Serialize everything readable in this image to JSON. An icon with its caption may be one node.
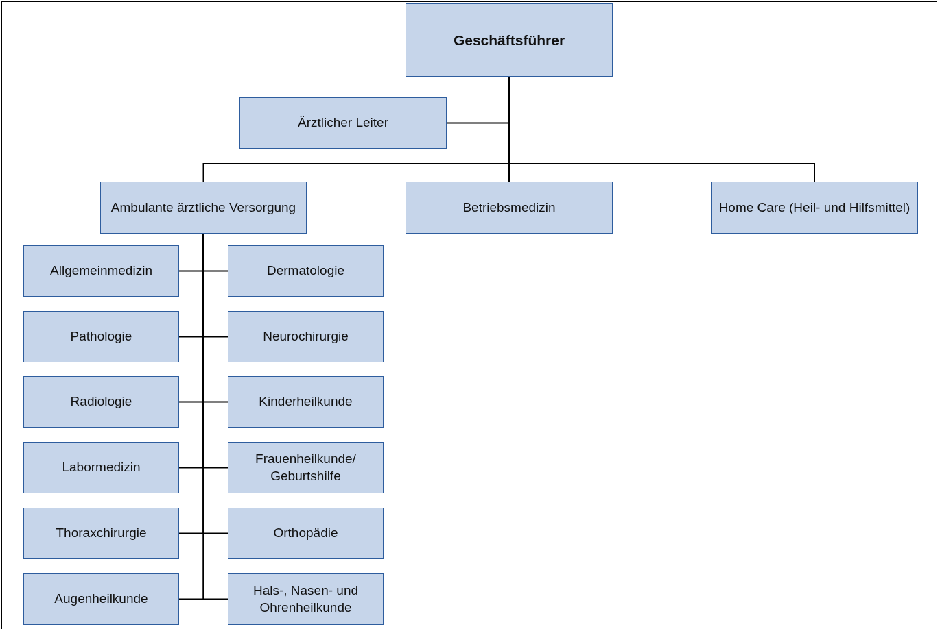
{
  "diagram": {
    "nodes": [
      {
        "text": [
          "Geschäftsführer"
        ]
      },
      {
        "text": [
          "Ärztlicher Leiter"
        ]
      },
      {
        "text": [
          "Ambulante ärztliche Versorgung"
        ]
      },
      {
        "text": [
          "Betriebsmedizin"
        ]
      },
      {
        "text": [
          "Home Care (Heil- und Hilfsmittel)"
        ]
      },
      {
        "text": [
          "Allgemeinmedizin"
        ]
      },
      {
        "text": [
          "Dermatologie"
        ]
      },
      {
        "text": [
          "Pathologie"
        ]
      },
      {
        "text": [
          "Neurochirurgie"
        ]
      },
      {
        "text": [
          "Radiologie"
        ]
      },
      {
        "text": [
          "Kinderheilkunde"
        ]
      },
      {
        "text": [
          "Labormedizin"
        ]
      },
      {
        "text": [
          "Frauenheilkunde/ Geburtshilfe"
        ]
      },
      {
        "text": [
          "Thoraxchirurgie"
        ]
      },
      {
        "text": [
          "Orthopädie"
        ]
      },
      {
        "text": [
          "Augenheilkunde"
        ]
      },
      {
        "text": [
          "Hals-, Nasen- und Ohrenheilkunde"
        ]
      }
    ],
    "edges": [
      {
        "from": 0,
        "to": 1,
        "arrow": "none"
      },
      {
        "from": 0,
        "to": 2,
        "arrow": "none"
      },
      {
        "from": 0,
        "to": 3,
        "arrow": "none"
      },
      {
        "from": 0,
        "to": 4,
        "arrow": "none"
      },
      {
        "from": 2,
        "to": 5,
        "arrow": "none"
      },
      {
        "from": 2,
        "to": 6,
        "arrow": "none"
      },
      {
        "from": 2,
        "to": 7,
        "arrow": "none"
      },
      {
        "from": 2,
        "to": 8,
        "arrow": "none"
      },
      {
        "from": 2,
        "to": 9,
        "arrow": "none"
      },
      {
        "from": 2,
        "to": 10,
        "arrow": "none"
      },
      {
        "from": 2,
        "to": 11,
        "arrow": "none"
      },
      {
        "from": 2,
        "to": 12,
        "arrow": "none"
      },
      {
        "from": 2,
        "to": 13,
        "arrow": "none"
      },
      {
        "from": 2,
        "to": 14,
        "arrow": "none"
      },
      {
        "from": 2,
        "to": 15,
        "arrow": "none"
      },
      {
        "from": 2,
        "to": 16,
        "arrow": "none"
      }
    ]
  }
}
